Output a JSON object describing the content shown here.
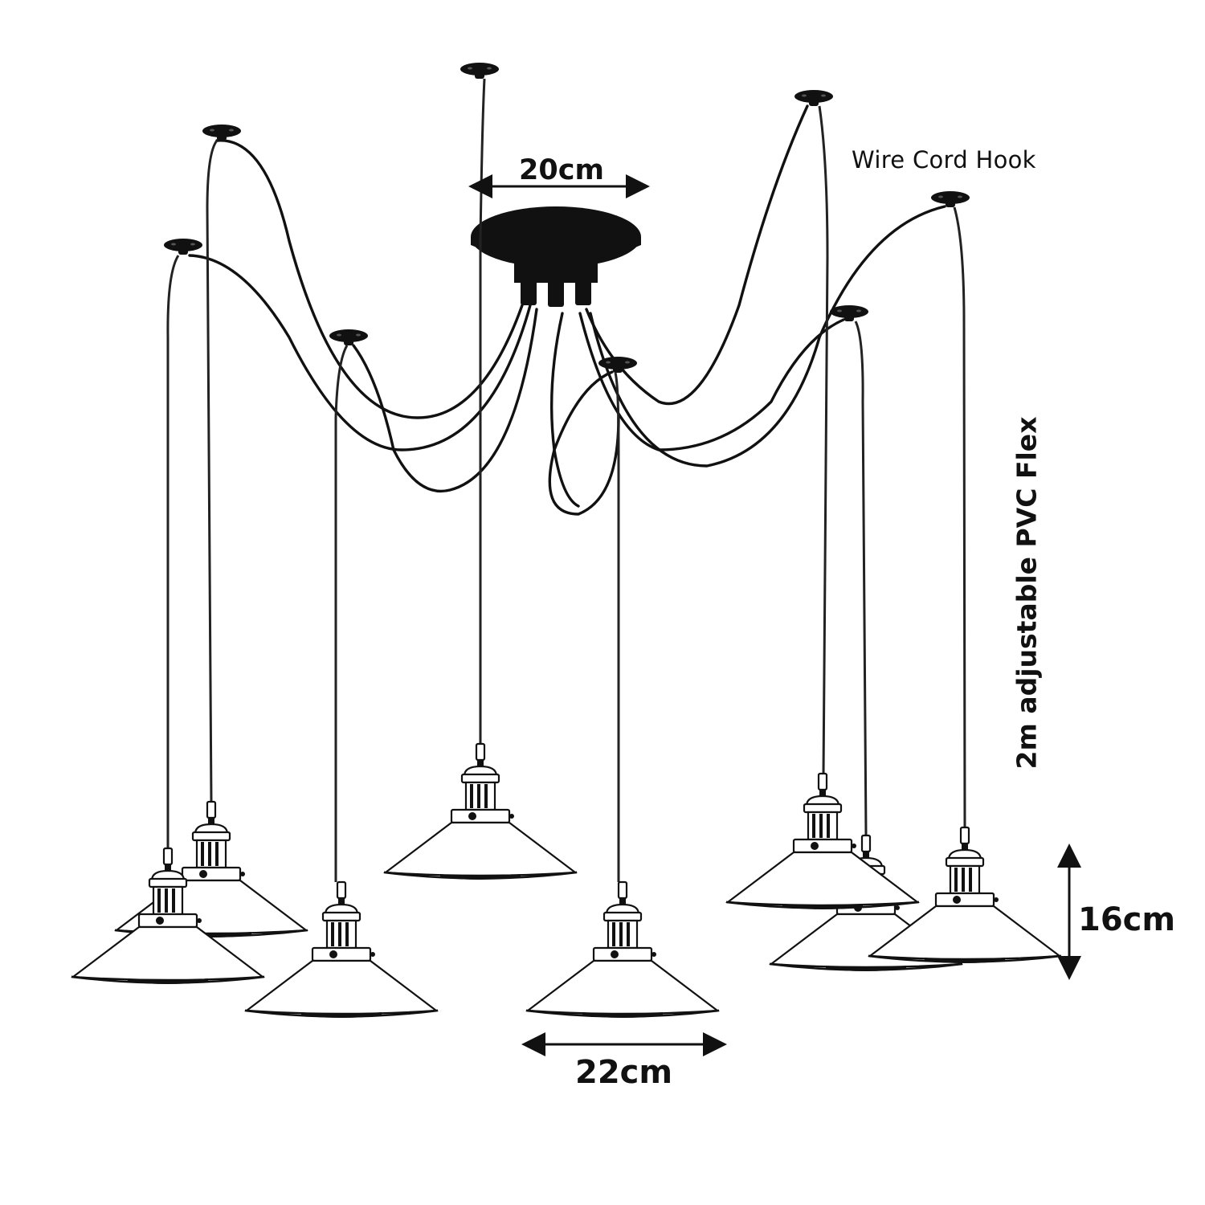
{
  "product": "spider pendant light, 8 shades",
  "labels": {
    "hook": "Wire Cord Hook",
    "canopy_width": "20cm",
    "shade_width": "22cm",
    "shade_height": "16cm",
    "cable": "2m adjustable PVC Flex"
  },
  "components": {
    "ceiling_rose_count": 1,
    "hook_count": 8,
    "shade_count": 8,
    "shade_style": "white cone shade with caged bulb holder"
  },
  "colors": {
    "background": "#ffffff",
    "cord": "#111111",
    "shade": "#ffffff",
    "text": "#111111"
  }
}
